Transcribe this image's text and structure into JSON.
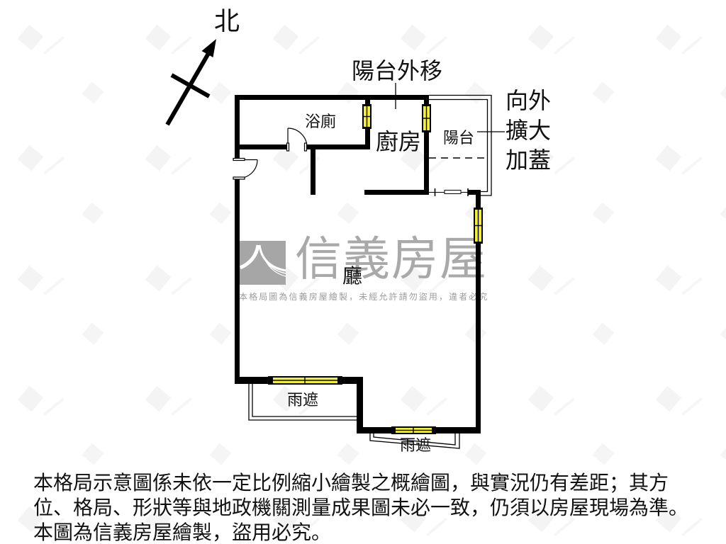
{
  "compass": {
    "north_label": "北"
  },
  "labels": {
    "balcony_moved_out": "陽台外移",
    "bathroom": "浴廁",
    "kitchen": "廚房",
    "balcony": "陽台",
    "extension_note": [
      "向外",
      "擴大",
      "加蓋"
    ],
    "living_room": "廳",
    "canopy_left": "雨遮",
    "canopy_right": "雨遮"
  },
  "watermark": {
    "brand": "信義房屋",
    "notice": "本格局圖為信義房屋繪製，未經允許請勿盜用，違者必究"
  },
  "disclaimer": {
    "lines": [
      "本格局示意圖係未依一定比例縮小繪製之概繪圖，與實況仍有差距；其方",
      "位、格局、形狀等與地政機關測量成果圖未必一致，仍須以房屋現場為準。",
      "本圖為信義房屋繪製，盜用必究。"
    ]
  },
  "colors": {
    "background": "#ffffff",
    "text": "#111111",
    "wall": "#000000",
    "window_fill": "#f2ee3c",
    "watermark_gray": "#a9a9a9",
    "watermark_notice_gray": "#9c9c9c"
  }
}
